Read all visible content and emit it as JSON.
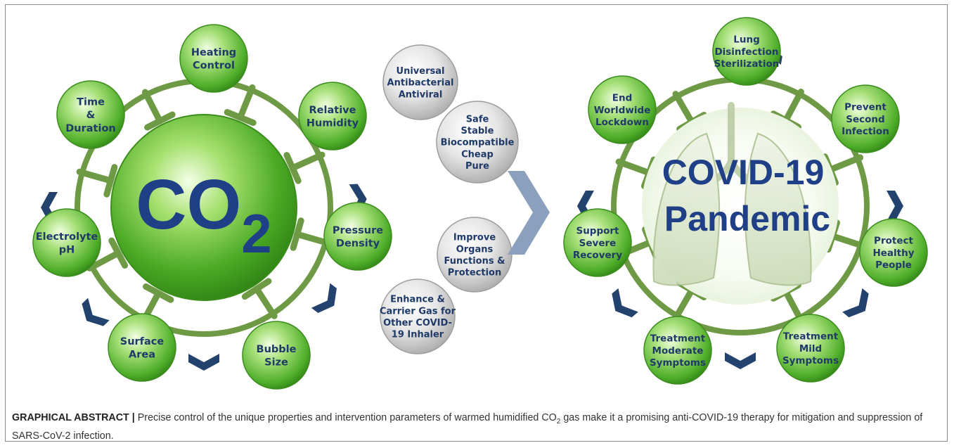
{
  "left_hub": {
    "center_text": "CO",
    "center_subscript": "2",
    "nodes": [
      {
        "id": "heating",
        "lines": [
          "Heating",
          "Control"
        ]
      },
      {
        "id": "humidity",
        "lines": [
          "Relative",
          "Humidity"
        ]
      },
      {
        "id": "pressure",
        "lines": [
          "Pressure",
          "Density"
        ]
      },
      {
        "id": "bubble",
        "lines": [
          "Bubble",
          "Size"
        ]
      },
      {
        "id": "surface",
        "lines": [
          "Surface",
          "Area"
        ]
      },
      {
        "id": "electrolyte",
        "lines": [
          "Electrolyte",
          "pH"
        ]
      },
      {
        "id": "time",
        "lines": [
          "Time",
          "&",
          "Duration"
        ]
      }
    ]
  },
  "middle_bubbles": [
    {
      "id": "universal",
      "lines": [
        "Universal",
        "Antibacterial",
        "Antiviral"
      ]
    },
    {
      "id": "safe",
      "lines": [
        "Safe",
        "Stable",
        "Biocompatible",
        "Cheap",
        "Pure"
      ]
    },
    {
      "id": "improve",
      "lines": [
        "Improve",
        "Organs",
        "Functions &",
        "Protection"
      ]
    },
    {
      "id": "enhance",
      "lines": [
        "Enhance &",
        "Carrier Gas for",
        "Other COVID-",
        "19 Inhaler"
      ]
    }
  ],
  "right_hub": {
    "center_lines": [
      "COVID-19",
      "Pandemic"
    ],
    "nodes": [
      {
        "id": "lung",
        "lines": [
          "Lung",
          "Disinfection",
          "Sterilization"
        ]
      },
      {
        "id": "prevent",
        "lines": [
          "Prevent",
          "Second",
          "Infection"
        ]
      },
      {
        "id": "protect",
        "lines": [
          "Protect",
          "Healthy",
          "People"
        ]
      },
      {
        "id": "mild",
        "lines": [
          "Treatment",
          "Mild",
          "Symptoms"
        ]
      },
      {
        "id": "moderate",
        "lines": [
          "Treatment",
          "Moderate",
          "Symptoms"
        ]
      },
      {
        "id": "support",
        "lines": [
          "Support",
          "Severe",
          "Recovery"
        ]
      },
      {
        "id": "end",
        "lines": [
          "End",
          "Worldwide",
          "Lockdown"
        ]
      }
    ]
  },
  "caption": {
    "label": "GRAPHICAL ABSTRACT |",
    "text_before_sub": "Precise control of the unique properties and intervention parameters of warmed humidified CO",
    "subscript": "2",
    "text_after_sub": " gas make it a promising anti-COVID-19 therapy for mitigation and suppression of SARS-CoV-2 infection."
  },
  "colors": {
    "connector": "#6f9a45",
    "chevron": "#23436e",
    "label": "#1f3a68",
    "arrow": "#8aa0bc"
  }
}
